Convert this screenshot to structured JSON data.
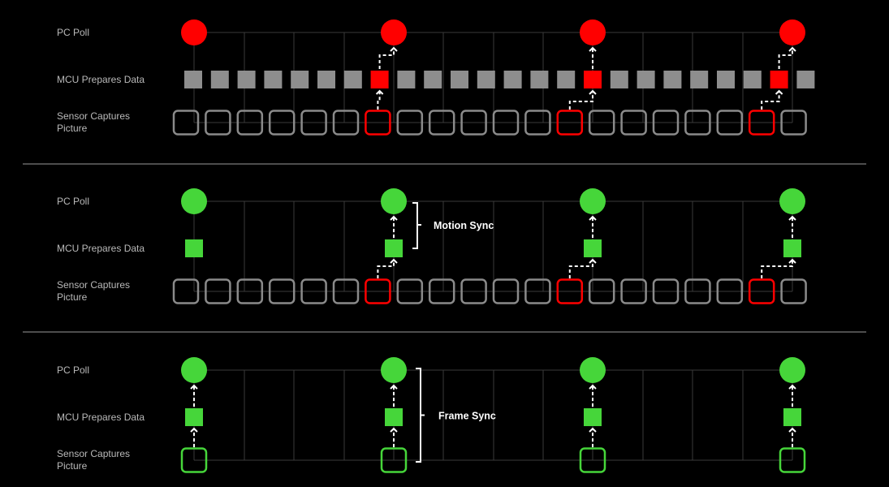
{
  "colors": {
    "background": "#000000",
    "red": "#ff0000",
    "green": "#46d63a",
    "gray_block": "#8e8e8e",
    "gray_outline": "#8a8a8a",
    "grid": "#3a3a3a",
    "divider": "#9a9a9a",
    "label": "#b9b9b9",
    "arrow": "#ffffff"
  },
  "panels": [
    {
      "id": "panel-1",
      "row_labels": {
        "pc_poll": "PC Poll",
        "mcu": "MCU Prepares Data",
        "sensor_line1": "Sensor Captures",
        "sensor_line2": "Picture"
      },
      "poll_color": "red",
      "mcu_mode": "continuous",
      "sensor_mode": "continuous",
      "active_color": "red",
      "annotation": ""
    },
    {
      "id": "panel-2",
      "row_labels": {
        "pc_poll": "PC Poll",
        "mcu": "MCU Prepares Data",
        "sensor_line1": "Sensor Captures",
        "sensor_line2": "Picture"
      },
      "poll_color": "green",
      "mcu_mode": "on-poll",
      "sensor_mode": "continuous",
      "active_color": "red",
      "annotation": "Motion Sync"
    },
    {
      "id": "panel-3",
      "row_labels": {
        "pc_poll": "PC Poll",
        "mcu": "MCU Prepares Data",
        "sensor_line1": "Sensor Captures",
        "sensor_line2": "Picture"
      },
      "poll_color": "green",
      "mcu_mode": "on-poll",
      "sensor_mode": "on-poll",
      "active_color": "green",
      "annotation": "Frame Sync"
    }
  ]
}
